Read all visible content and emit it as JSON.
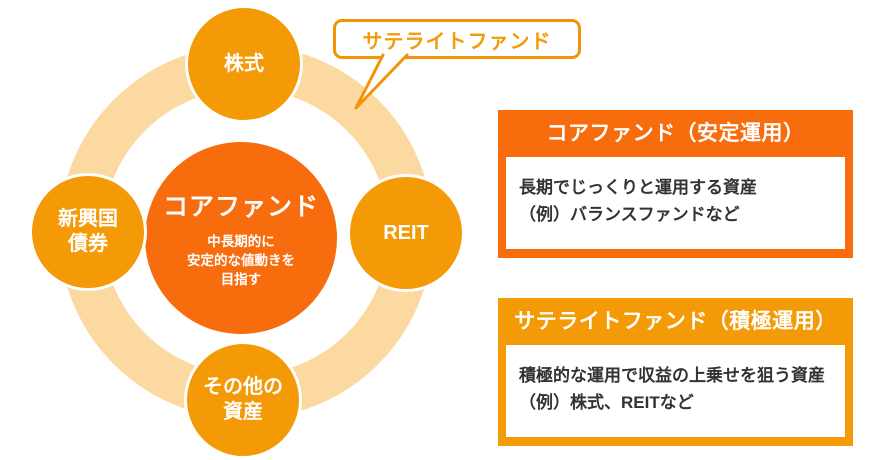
{
  "colors": {
    "core_orange": "#f76c0d",
    "accent_orange": "#f49a06",
    "ring_light_orange": "#fbd9a1",
    "callout_border_orange": "#f2930a",
    "body_text": "#333333"
  },
  "diagram": {
    "center": {
      "title": "コアファンド",
      "subtitle_lines": [
        "中長期的に",
        "安定的な値動きを",
        "目指す"
      ]
    },
    "satellites": [
      {
        "id": "stocks",
        "lines": [
          "株式"
        ]
      },
      {
        "id": "emerging-bonds",
        "lines": [
          "新興国",
          "債券"
        ]
      },
      {
        "id": "reit",
        "lines": [
          "REIT"
        ]
      },
      {
        "id": "other-assets",
        "lines": [
          "その他の",
          "資産"
        ]
      }
    ],
    "callout": {
      "label": "サテライトファンド"
    }
  },
  "panels": [
    {
      "id": "core-fund",
      "title": "コアファンド（安定運用）",
      "body_lines": [
        "長期でじっくりと運用する資産",
        "（例）バランスファンドなど"
      ]
    },
    {
      "id": "satellite-fund",
      "title": "サテライトファンド（積極運用）",
      "body_lines": [
        "積極的な運用で収益の上乗せを狙う資産",
        "（例）株式、REITなど"
      ]
    }
  ]
}
